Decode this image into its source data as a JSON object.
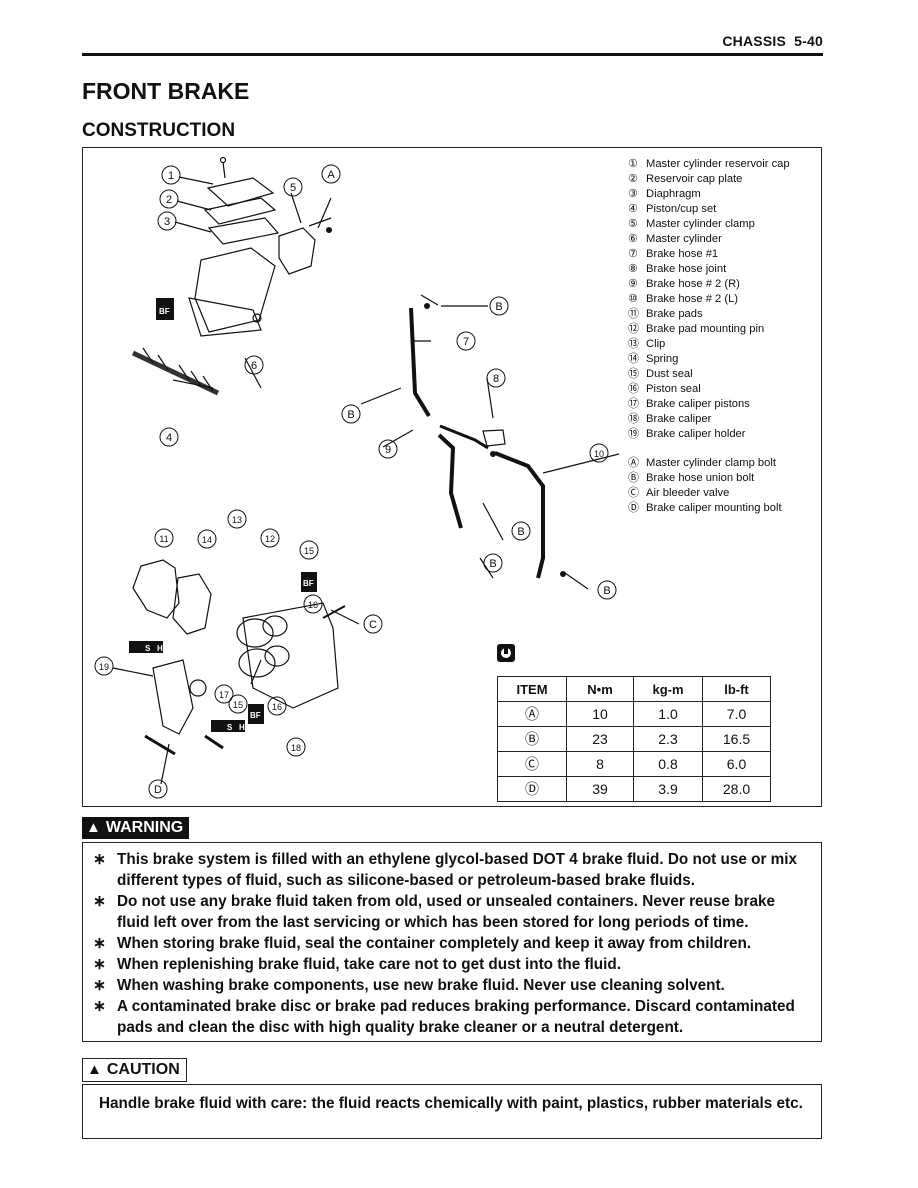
{
  "header": {
    "section": "CHASSIS",
    "page": "5-40"
  },
  "title": "FRONT BRAKE",
  "subtitle": "CONSTRUCTION",
  "legend": [
    {
      "sym": "①",
      "text": "Master cylinder reservoir cap"
    },
    {
      "sym": "②",
      "text": "Reservoir cap plate"
    },
    {
      "sym": "③",
      "text": "Diaphragm"
    },
    {
      "sym": "④",
      "text": "Piston/cup set"
    },
    {
      "sym": "⑤",
      "text": "Master cylinder clamp"
    },
    {
      "sym": "⑥",
      "text": "Master cylinder"
    },
    {
      "sym": "⑦",
      "text": "Brake hose #1"
    },
    {
      "sym": "⑧",
      "text": "Brake hose joint"
    },
    {
      "sym": "⑨",
      "text": "Brake hose # 2 (R)"
    },
    {
      "sym": "⑩",
      "text": "Brake hose # 2 (L)"
    },
    {
      "sym": "⑪",
      "text": "Brake pads"
    },
    {
      "sym": "⑫",
      "text": "Brake pad mounting pin"
    },
    {
      "sym": "⑬",
      "text": "Clip"
    },
    {
      "sym": "⑭",
      "text": "Spring"
    },
    {
      "sym": "⑮",
      "text": "Dust seal"
    },
    {
      "sym": "⑯",
      "text": "Piston seal"
    },
    {
      "sym": "⑰",
      "text": "Brake caliper pistons"
    },
    {
      "sym": "⑱",
      "text": "Brake caliper"
    },
    {
      "sym": "⑲",
      "text": "Brake caliper holder"
    }
  ],
  "legend_letters": [
    {
      "sym": "Ⓐ",
      "text": "Master cylinder clamp bolt"
    },
    {
      "sym": "Ⓑ",
      "text": "Brake hose union bolt"
    },
    {
      "sym": "Ⓒ",
      "text": "Air bleeder valve"
    },
    {
      "sym": "Ⓓ",
      "text": "Brake caliper mounting bolt"
    }
  ],
  "diagram_callouts": {
    "n1": "1",
    "n2": "2",
    "n3": "3",
    "n4": "4",
    "n5": "5",
    "n6": "6",
    "n7": "7",
    "n8": "8",
    "n9": "9",
    "n10": "10",
    "n11": "11",
    "n12": "12",
    "n13": "13",
    "n14": "14",
    "n15": "15",
    "n16": "16",
    "n17": "17",
    "n18": "18",
    "n19": "19",
    "A": "A",
    "B": "B",
    "C": "C",
    "D": "D",
    "bf": "BF",
    "s": "S",
    "h": "H"
  },
  "torque_table": {
    "headers": [
      "ITEM",
      "N•m",
      "kg-m",
      "lb-ft"
    ],
    "rows": [
      [
        "Ⓐ",
        "10",
        "1.0",
        "7.0"
      ],
      [
        "Ⓑ",
        "23",
        "2.3",
        "16.5"
      ],
      [
        "Ⓒ",
        "8",
        "0.8",
        "6.0"
      ],
      [
        "Ⓓ",
        "39",
        "3.9",
        "28.0"
      ]
    ]
  },
  "warning": {
    "label": "WARNING",
    "star": "∗",
    "items": [
      "This brake system is filled with an ethylene glycol-based DOT 4 brake fluid. Do not use or mix different types of fluid, such as silicone-based or petroleum-based brake fluids.",
      "Do not use any brake fluid taken from old, used or unsealed containers. Never reuse brake fluid left over from the last servicing or which has been stored for long periods of time.",
      "When storing brake fluid, seal the container completely and keep it away from children.",
      "When replenishing brake fluid, take care not to get dust into the fluid.",
      "When washing brake components, use new brake fluid. Never use cleaning solvent.",
      "A contaminated brake disc or brake pad reduces braking performance. Discard contaminated pads and clean the disc with high quality brake cleaner or a neutral detergent."
    ]
  },
  "caution": {
    "label": "CAUTION",
    "text": "Handle brake fluid with care: the fluid reacts chemically with paint, plastics, rubber materials etc."
  },
  "icons": {
    "warning": "warning-triangle-icon",
    "torque": "torque-wrench-icon"
  }
}
